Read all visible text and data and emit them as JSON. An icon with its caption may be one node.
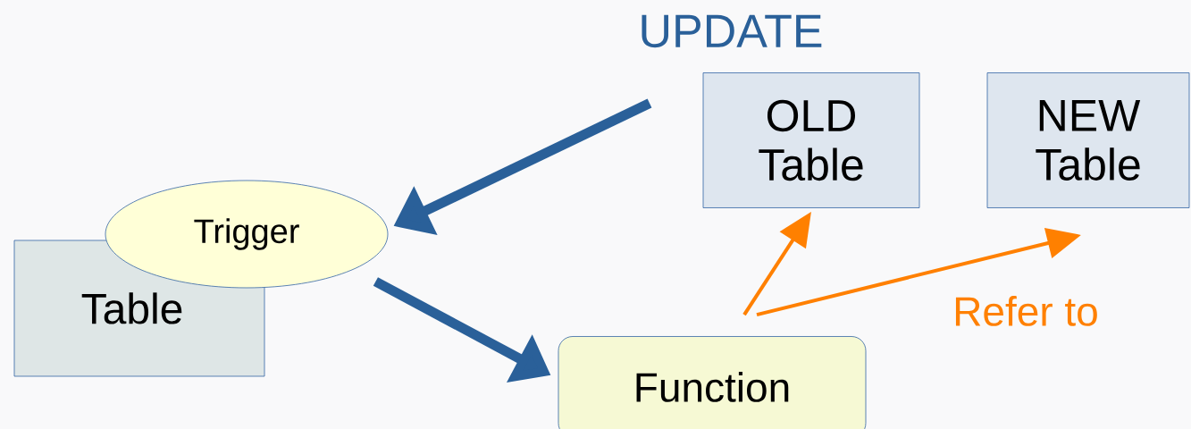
{
  "diagram": {
    "nodes": [
      {
        "text": [
          "UPDATE"
        ]
      },
      {
        "text": [
          "OLD Table"
        ]
      },
      {
        "text": [
          "NEW Table"
        ]
      },
      {
        "text": [
          "Trigger"
        ]
      },
      {
        "text": [
          "Table"
        ]
      },
      {
        "text": [
          "Function"
        ]
      }
    ],
    "edges": [
      {
        "from": 0,
        "to": 3,
        "arrow": "to",
        "style": "thick",
        "color": "#2a6099"
      },
      {
        "from": 3,
        "to": 5,
        "arrow": "to",
        "style": "thick",
        "color": "#2a6099"
      },
      {
        "from": 5,
        "to": 1,
        "arrow": "to",
        "color": "#ff8000"
      },
      {
        "from": 5,
        "to": 2,
        "arrow": "to",
        "color": "#ff8000",
        "label": "Refer to"
      }
    ]
  }
}
